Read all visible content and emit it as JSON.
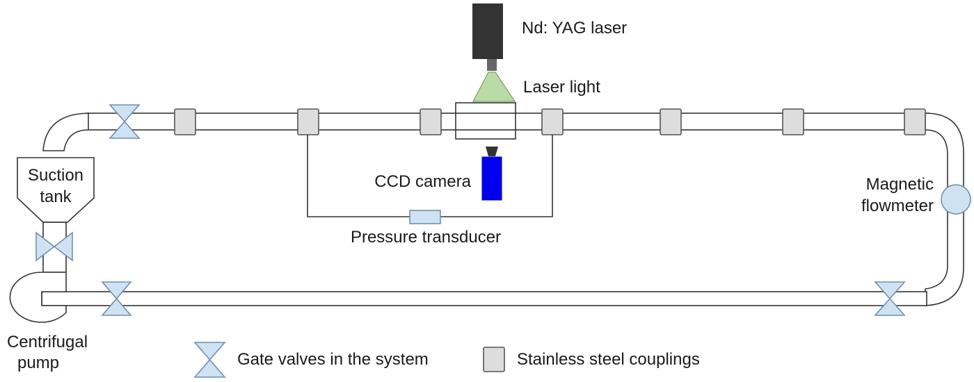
{
  "labels": {
    "laser": "Nd: YAG laser",
    "laser_light": "Laser light",
    "ccd_camera": "CCD camera",
    "pressure_transducer": "Pressure transducer",
    "suction_tank_line1": "Suction",
    "suction_tank_line2": "tank",
    "flowmeter_line1": "Magnetic",
    "flowmeter_line2": "flowmeter",
    "pump_line1": "Centrifugal",
    "pump_line2": "pump"
  },
  "legend": {
    "valve_label": "Gate valves in the system",
    "coupling_label": "Stainless steel couplings"
  },
  "colors": {
    "pipe_fill": "#ffffff",
    "pipe_stroke": "#333333",
    "coupling_fill": "#dddddd",
    "valve_fill": "#cfe2f3",
    "laser_body": "#333333",
    "laser_light": "#b9dca6",
    "camera_body": "#0000ee"
  }
}
